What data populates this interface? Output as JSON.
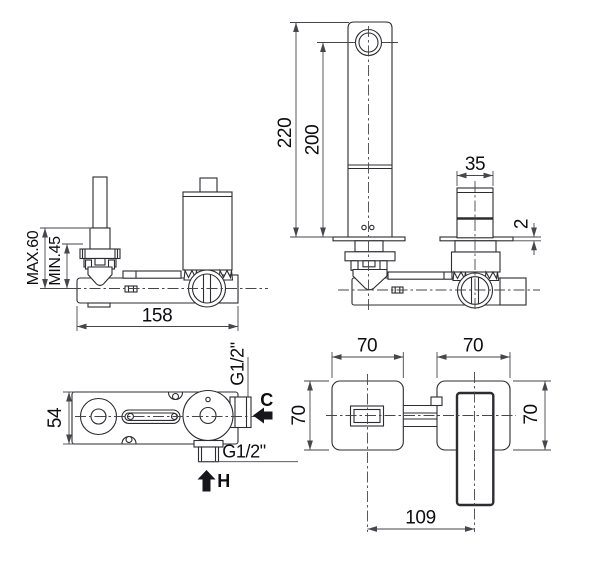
{
  "drawing": {
    "type": "technical-installation-diagram",
    "subject": "wall-mounted basin mixer rough-in and trim, four orthographic views",
    "units": "mm",
    "colors": {
      "background": "#ffffff",
      "line": "#2c2c31",
      "dimension_line": "#46464c",
      "text": "#0e0e12",
      "flow_arrow": "#17171b"
    },
    "views": {
      "side": {
        "name": "side section of rough-in body in wall",
        "max_depth": "MAX.60",
        "min_depth": "MIN.45",
        "body_length": "158"
      },
      "front": {
        "name": "front view of spout and handle trim",
        "total_height": "220",
        "outlet_height": "200",
        "handle_width": "35",
        "plate_thickness": "2"
      },
      "plan": {
        "name": "top view of rough-in body",
        "body_depth": "54",
        "thread_side": "G1/2\"",
        "thread_bottom": "G1/2\"",
        "cold_label": "C",
        "hot_label": "H"
      },
      "trim": {
        "name": "front view of wall plates",
        "left_plate_width": "70",
        "right_plate_width": "70",
        "left_plate_height": "70",
        "right_plate_height": "70",
        "center_distance": "109"
      }
    }
  }
}
